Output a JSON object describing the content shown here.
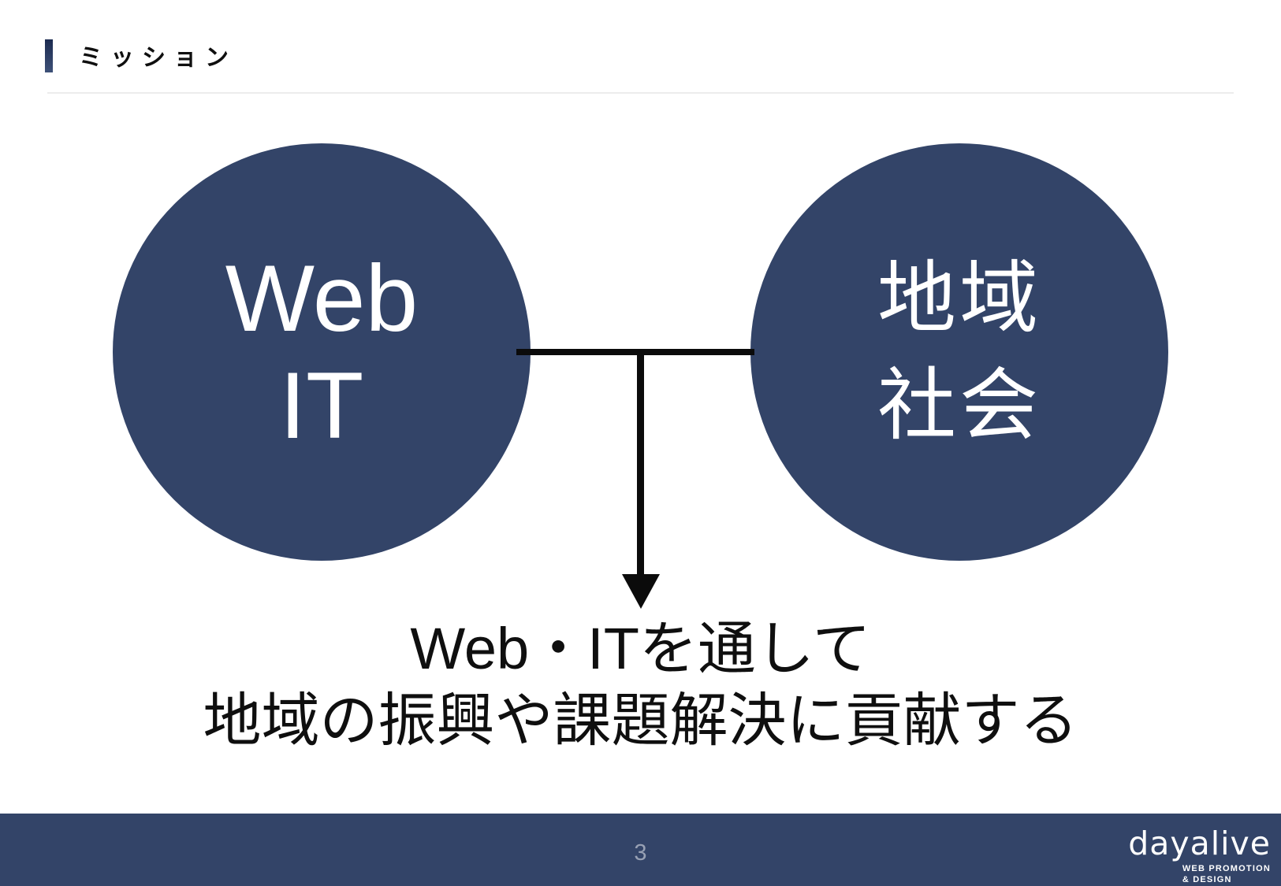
{
  "header": {
    "title": "ミッション"
  },
  "diagram": {
    "left_circle": {
      "line1": "Web",
      "line2": "IT"
    },
    "right_circle": {
      "line1": "地域",
      "line2": "社会"
    },
    "connector_icon": "arrow-down-icon"
  },
  "mission": {
    "line1": "Web・ITを通して",
    "line2": "地域の振興や課題解決に貢献する"
  },
  "footer": {
    "page_number": "3",
    "logo_name": "dayalive",
    "logo_tagline_line1": "WEB PROMOTION",
    "logo_tagline_line2": "& DESIGN"
  },
  "colors": {
    "navy": "#334468",
    "accent_bar_top": "#1c2b50",
    "accent_bar_bottom": "#3e5178",
    "connector": "#0b0b0b",
    "text": "#0f0f0f",
    "circle_text": "#ffffff",
    "divider": "#ececec",
    "page_number": "#98a1b4"
  }
}
